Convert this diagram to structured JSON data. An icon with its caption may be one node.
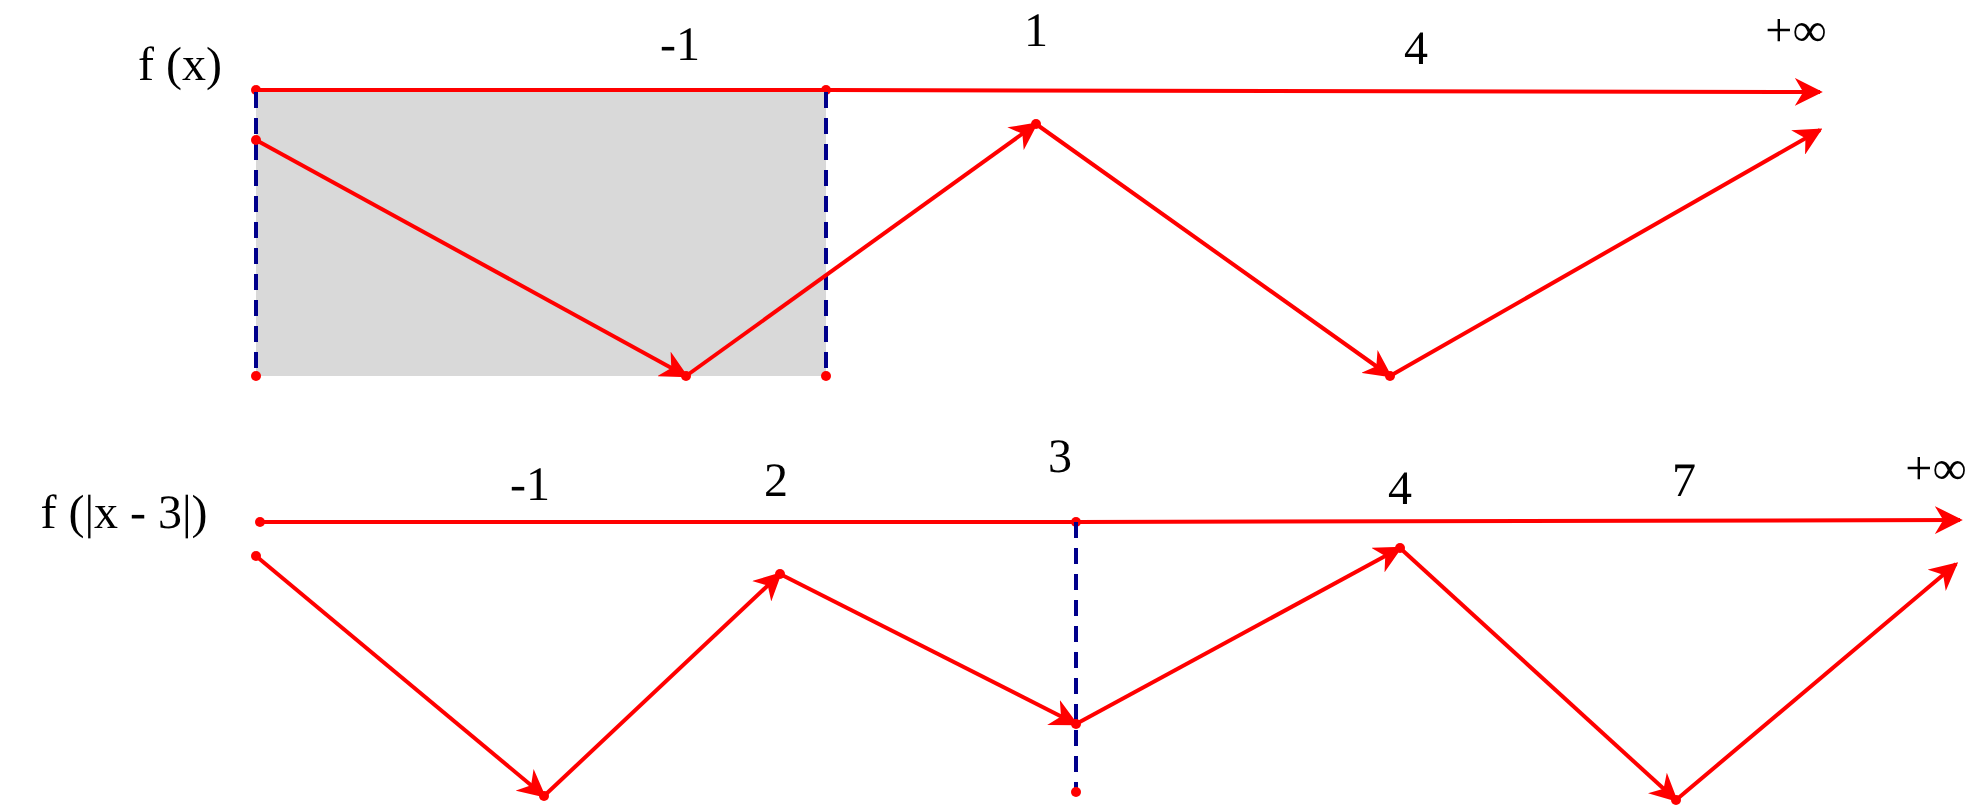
{
  "diagram": {
    "labels": [
      "f (x)",
      "-1",
      "1",
      "4",
      "+∞",
      "f (|x - 3|)",
      "-1",
      "2",
      "3",
      "4",
      "7",
      "+∞"
    ]
  }
}
